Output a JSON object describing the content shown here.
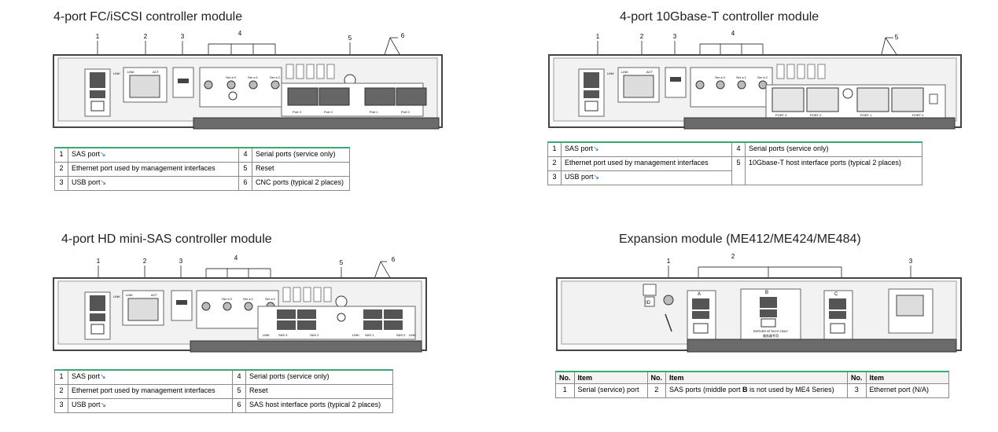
{
  "panels": {
    "fc": {
      "title": "4-port FC/iSCSI controller module",
      "callouts": [
        "1",
        "2",
        "3",
        "4",
        "5",
        "6"
      ],
      "labels": [
        "LINK",
        "LINK",
        "ACT",
        "Ser a 0",
        "Ser a 1",
        "Ser a 2",
        "Port 3",
        "Port 2",
        "Port 1",
        "Port 0"
      ],
      "legend": [
        [
          "1",
          "SAS port",
          "4",
          "Serial ports (service only)"
        ],
        [
          "2",
          "Ethernet port used by management interfaces",
          "5",
          "Reset"
        ],
        [
          "3",
          "USB port",
          "6",
          "CNC ports (typical 2 places)"
        ]
      ]
    },
    "tbase": {
      "title": "4-port 10Gbase-T  controller module",
      "callouts": [
        "1",
        "2",
        "3",
        "4",
        "5"
      ],
      "labels": [
        "LINK",
        "LINK",
        "ACT",
        "Ser a 0",
        "Ser a 1",
        "Ser a 2",
        "PORT 3",
        "PORT 2",
        "PORT 1",
        "PORT 0"
      ],
      "legend": [
        [
          "1",
          "SAS port",
          "4",
          "Serial ports (service only)"
        ],
        [
          "2",
          "Ethernet port used by management interfaces",
          "5",
          "10Gbase-T host interface ports (typical 2 places)"
        ],
        [
          "3",
          "USB port",
          "",
          ""
        ]
      ]
    },
    "sas": {
      "title": "4-port HD mini-SAS controller module",
      "callouts": [
        "1",
        "2",
        "3",
        "4",
        "5",
        "6"
      ],
      "labels": [
        "LINK",
        "LINK",
        "ACT",
        "Ser a 0",
        "Ser a 1",
        "Ser a 2",
        "SAS 3",
        "SAS 2",
        "SAS 1",
        "SAS 0",
        "LINK",
        "LINK",
        "LINK"
      ],
      "legend": [
        [
          "1",
          "SAS port",
          "4",
          "Serial ports (service only)"
        ],
        [
          "2",
          "Ethernet port used by management interfaces",
          "5",
          "Reset"
        ],
        [
          "3",
          "USB port",
          "6",
          "SAS host interface ports (typical 2 places)"
        ]
      ]
    },
    "exp": {
      "title": "Expansion module (ME412/ME424/ME484)",
      "callouts": [
        "1",
        "2",
        "3"
      ],
      "labels": [
        "ID",
        "A",
        "B",
        "C",
        "SERVER ATTACH ONLY",
        "服务器专用"
      ],
      "headers": [
        "No.",
        "Item",
        "No.",
        "Item",
        "No.",
        "Item"
      ],
      "row": {
        "n1": "1",
        "i1": "Serial (service) port",
        "n2": "2",
        "i2a": "SAS ports (middle port ",
        "i2b": "B",
        "i2c": " is not used by ME4 Series)",
        "n3": "3",
        "i3": "Ethernet port (N/A)"
      }
    }
  },
  "colors": {
    "accent": "#3aa876",
    "chassis": "#555555",
    "panel": "#f2f2f2",
    "bar": "#6b6b6b"
  }
}
